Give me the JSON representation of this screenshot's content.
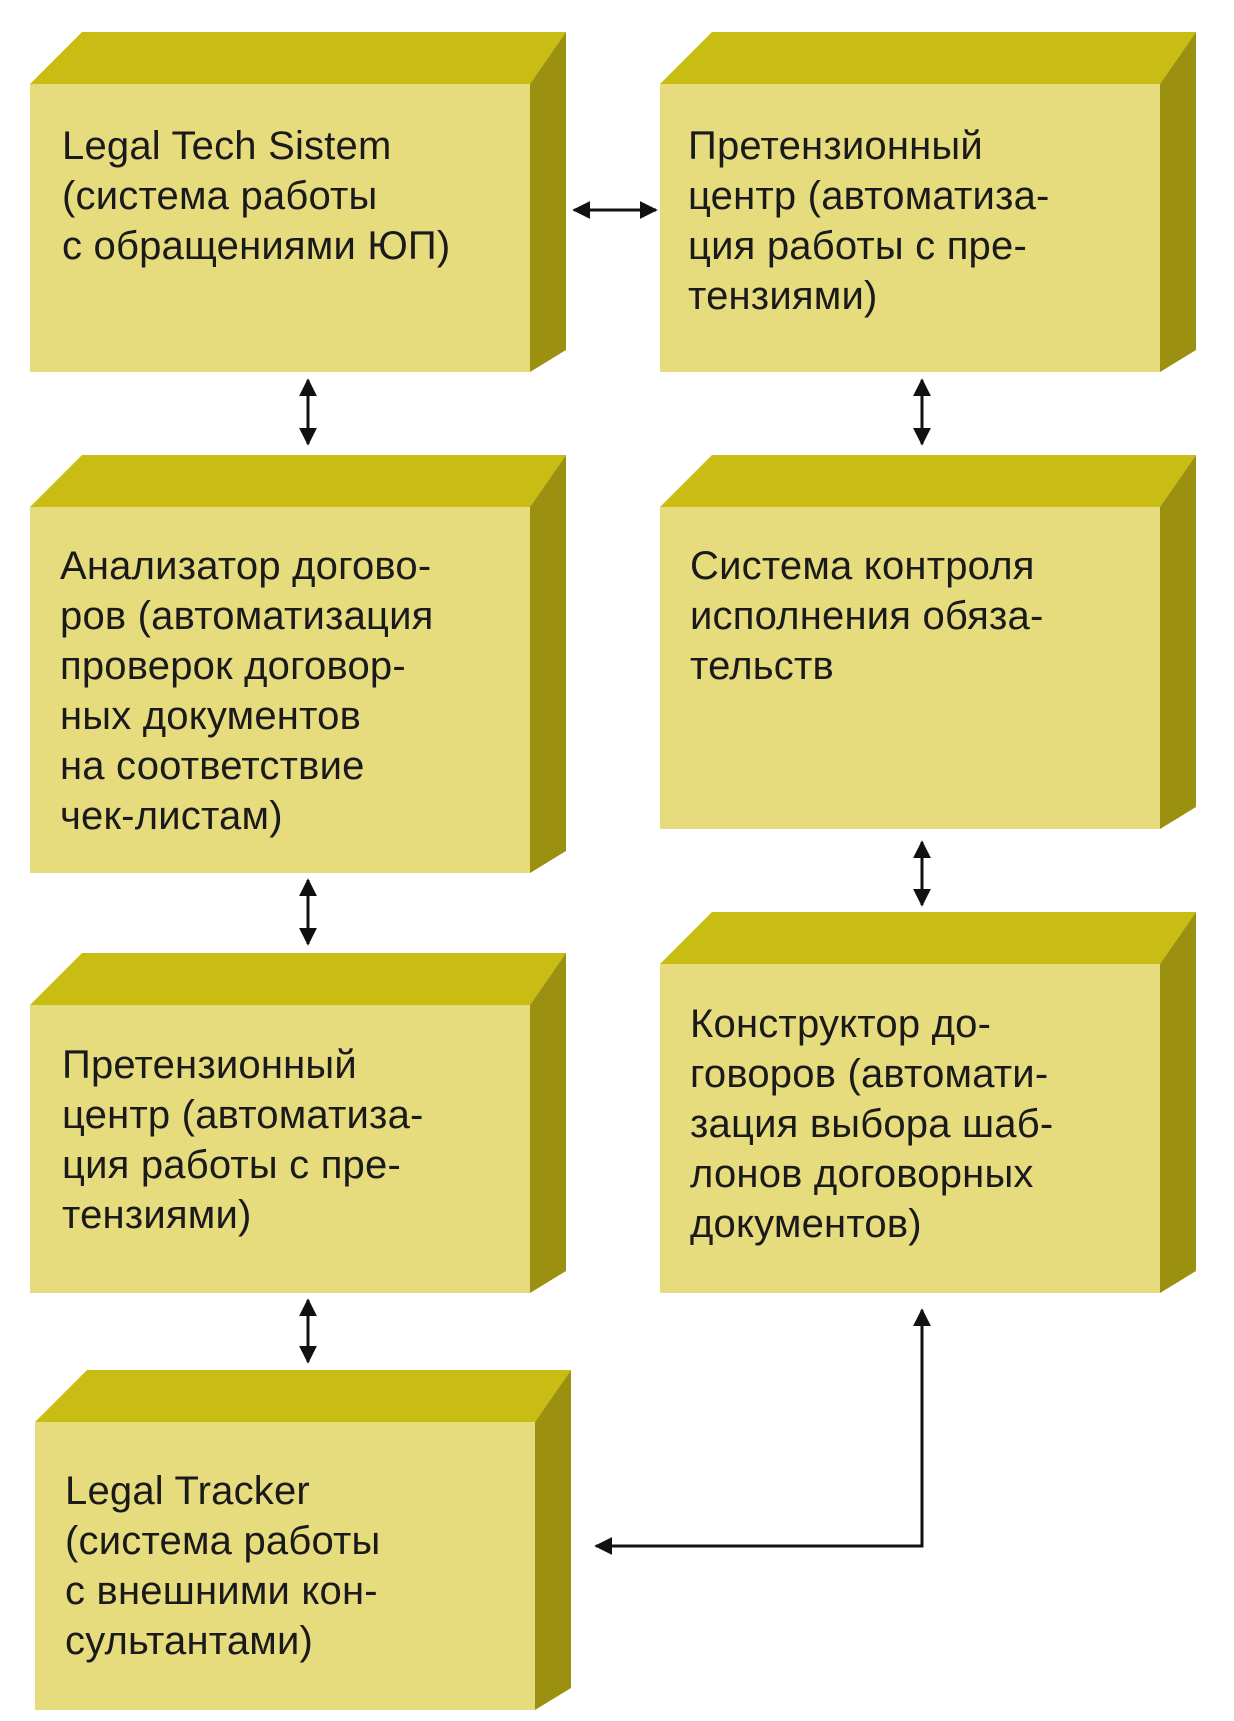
{
  "colors": {
    "face": "#E6DC7E",
    "top": "#C9BD14",
    "side": "#9C9010",
    "text": "#1A1A1A",
    "arrow": "#111111"
  },
  "boxes": {
    "legal_tech_system": "Legal Tech Sistem\n(система работы\nс обращениями ЮП)",
    "claims_center_top": "Претензионный\nцентр (автоматиза-\nция работы с пре-\nтензиями)",
    "contract_analyzer": "Анализатор догово-\nров (автоматизация\nпроверок договор-\nных документов\nна соответствие\nчек-листам)",
    "obligations_control": "Система контроля\nисполнения обяза-\nтельств",
    "claims_center_bottom": "Претензионный\nцентр (автоматиза-\nция работы с пре-\nтензиями)",
    "contract_builder": "Конструктор до-\nговоров (автомати-\nзация выбора шаб-\nлонов договорных\nдокументов)",
    "legal_tracker": "Legal Tracker\n(система работы\nс внешними кон-\nсультантами)"
  }
}
